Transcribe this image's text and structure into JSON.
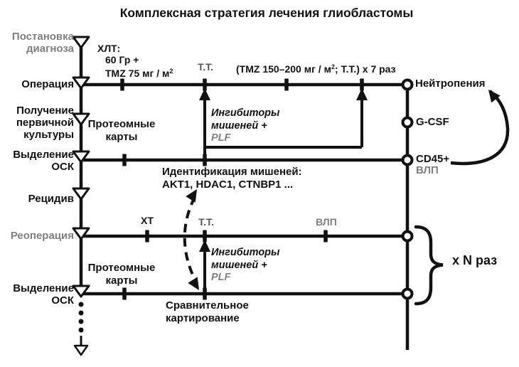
{
  "title": "Комплексная стратегия лечения глиобластомы",
  "stages": [
    {
      "id": "diagnosis",
      "lines": [
        "Постановка",
        "диагноза"
      ]
    },
    {
      "id": "surgery",
      "lines": [
        "Операция"
      ]
    },
    {
      "id": "primary-culture",
      "lines": [
        "Получение",
        "первичной",
        "культуры"
      ]
    },
    {
      "id": "gsc-isolation-1",
      "lines": [
        "Выделение",
        "ОСК"
      ]
    },
    {
      "id": "relapse",
      "lines": [
        "Рецидив"
      ]
    },
    {
      "id": "reoperation",
      "lines": [
        "Реоперация"
      ]
    },
    {
      "id": "gsc-isolation-2",
      "lines": [
        "Выделение",
        "ОСК"
      ]
    }
  ],
  "surgery_row": {
    "chemo": {
      "line1": "ХЛТ:",
      "line2": "60 Гр +",
      "line3_base": "TMZ 75 мг / м",
      "line3_sup": "2"
    },
    "tt": "Т.Т.",
    "maintenance": {
      "base": "(TMZ 150–200 мг / м",
      "sup": "2",
      "rest": "; Т.Т.) x 7 раз"
    }
  },
  "right_column": {
    "neutropenia": "Нейтропения",
    "gcsf": "G-CSF",
    "cd45": "CD45+",
    "vlp": "ВЛП"
  },
  "proteomic_top": {
    "line1": "Протеомные",
    "line2": "карты"
  },
  "inhibitors_top": {
    "line1": "Ингибиторы",
    "line2": "мишеней +",
    "line3": "PLF"
  },
  "identification": {
    "line1": "Идентификация мишеней:",
    "line2": "AKT1, HDAC1, CTNBP1 ..."
  },
  "reoperation_row": {
    "xt": "ХТ",
    "tt": "Т.Т.",
    "vlp": "ВЛП"
  },
  "proteomic_bottom": {
    "line1": "Протеомные",
    "line2": "карты"
  },
  "inhibitors_bottom": {
    "line1": "Ингибиторы",
    "line2": "мишеней +",
    "line3": "PLF"
  },
  "comparative_mapping": {
    "line1": "Сравнительное",
    "line2": "картирование"
  },
  "repeat_label": "x N раз",
  "colors": {
    "ink": "#111111",
    "muted": "#7f7f7f",
    "tt_gray": "#555555"
  }
}
